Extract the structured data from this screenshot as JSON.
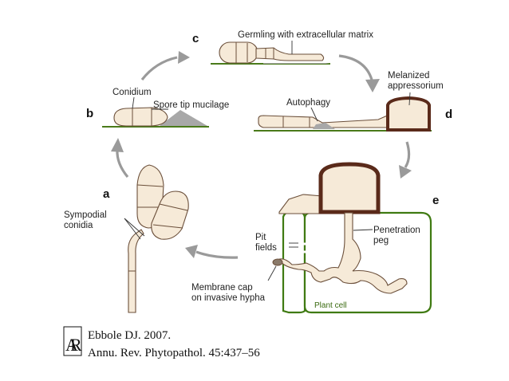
{
  "citation": {
    "line1": "Ebbole DJ. 2007.",
    "line2": "Annu. Rev. Phytopathol. 45:437–56",
    "logo_text": "AR"
  },
  "panels": {
    "a": "a",
    "b": "b",
    "c": "c",
    "d": "d",
    "e": "e"
  },
  "labels": {
    "germling": "Germling with extracellular matrix",
    "melanized_1": "Melanized",
    "melanized_2": "appressorium",
    "conidium": "Conidium",
    "spore_tip": "Spore tip mucilage",
    "autophagy": "Autophagy",
    "sympodial_1": "Sympodial",
    "sympodial_2": "conidia",
    "pit_1": "Pit",
    "pit_2": "fields",
    "penetration_1": "Penetration",
    "penetration_2": "peg",
    "membrane_1": "Membrane cap",
    "membrane_2": "on invasive hypha",
    "plant_cell": "Plant cell"
  },
  "colors": {
    "cell_fill": "#f6ead8",
    "cell_outline": "#6b4f3a",
    "appressorium_wall": "#5a2a1a",
    "plant_green": "#3f7a12",
    "mucilage": "#a8a8a8",
    "arrow": "#9a9a9a"
  }
}
